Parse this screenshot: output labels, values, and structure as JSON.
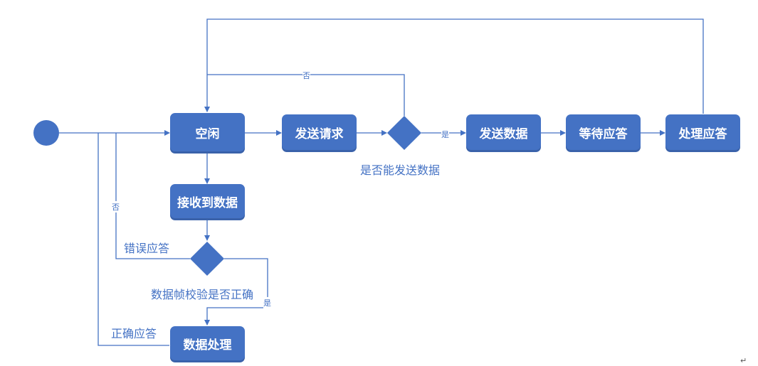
{
  "nodes": {
    "idle": "空闲",
    "send_request": "发送请求",
    "send_data": "发送数据",
    "wait_response": "等待应答",
    "process_response": "处理应答",
    "receive_data": "接收到数据",
    "process_data": "数据处理"
  },
  "decisions": {
    "can_send": "是否能发送数据",
    "frame_check": "数据帧校验是否正确"
  },
  "edge_labels": {
    "no_top": "否",
    "yes_right": "是",
    "no_left": "否",
    "yes_bottom": "是",
    "error_response": "错误应答",
    "correct_response": "正确应答"
  },
  "paragraph_mark": "↵",
  "colors": {
    "node_fill": "#4472c4",
    "line": "#4472c4",
    "text": "#4472c4"
  }
}
